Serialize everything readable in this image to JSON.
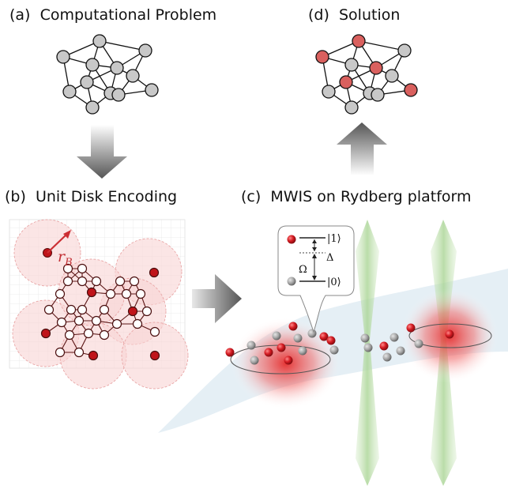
{
  "panels": {
    "a": {
      "tag": "(a)",
      "title": "Computational Problem"
    },
    "d": {
      "tag": "(d)",
      "title": "Solution"
    },
    "b": {
      "tag": "(b)",
      "title": "Unit Disk Encoding"
    },
    "c": {
      "tag": "(c)",
      "title": "MWIS on Rydberg platform"
    }
  },
  "encoding": {
    "blockade_radius_label": "r_B"
  },
  "levels": {
    "excited": "|1⟩",
    "ground": "|0⟩",
    "detuning": "Δ",
    "rabi": "Ω"
  },
  "colors": {
    "node_gray": "#c8c8c8",
    "node_red": "#d9605e",
    "atom_red": "#c0141a",
    "disk_fill": "#f9d4d4",
    "laser_green": "#b9dca6",
    "atom_cloud_blue": "#dbe9f2",
    "arrow_gray": "#6f6f6f"
  }
}
